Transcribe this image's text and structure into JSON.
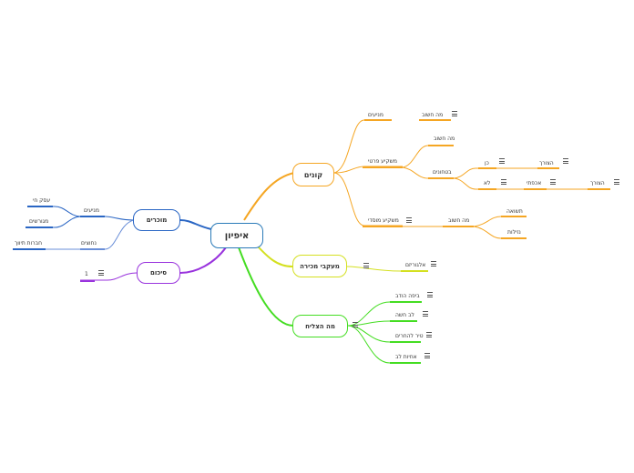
{
  "central": {
    "label": "איפיון",
    "color": "#2a7ab8"
  },
  "branches": {
    "buyers": {
      "label": "קונים",
      "color": "#f5a623",
      "motivations": "מניעים",
      "what_matters": "מה חשוב",
      "private_buyer": "משקיע פרטי",
      "what_matters_2": "מה חשוב",
      "security": "בטחונים",
      "yes": "כן",
      "no": "לא",
      "escort": "הצורך",
      "attitude": "אכפתי",
      "escort_2": "הצורך",
      "institutional_buyer": "משקיע מוסדי",
      "what_matters_3": "מה חשוב",
      "yield": "תשואה",
      "liquidity": "נזילות"
    },
    "reviewers": {
      "label": "מעקבי מכירה",
      "color": "#d4e020",
      "item": "אלגוריזם"
    },
    "success": {
      "label": "מה הצליח",
      "color": "#44dd22",
      "items": [
        "ביפה הודב",
        "לב חשה",
        "טיר להחרים",
        "אחיות לב"
      ]
    },
    "sellers": {
      "label": "מוכרים",
      "color": "#2a66c4",
      "motivations": "מניעים",
      "motives_value": "עסק חי",
      "reasons": "מגורשים",
      "drives": "נחוצים",
      "drives_value": "חברות תיווך"
    },
    "summary": {
      "label": "סיכום",
      "color": "#9933dd",
      "value": "1"
    }
  }
}
